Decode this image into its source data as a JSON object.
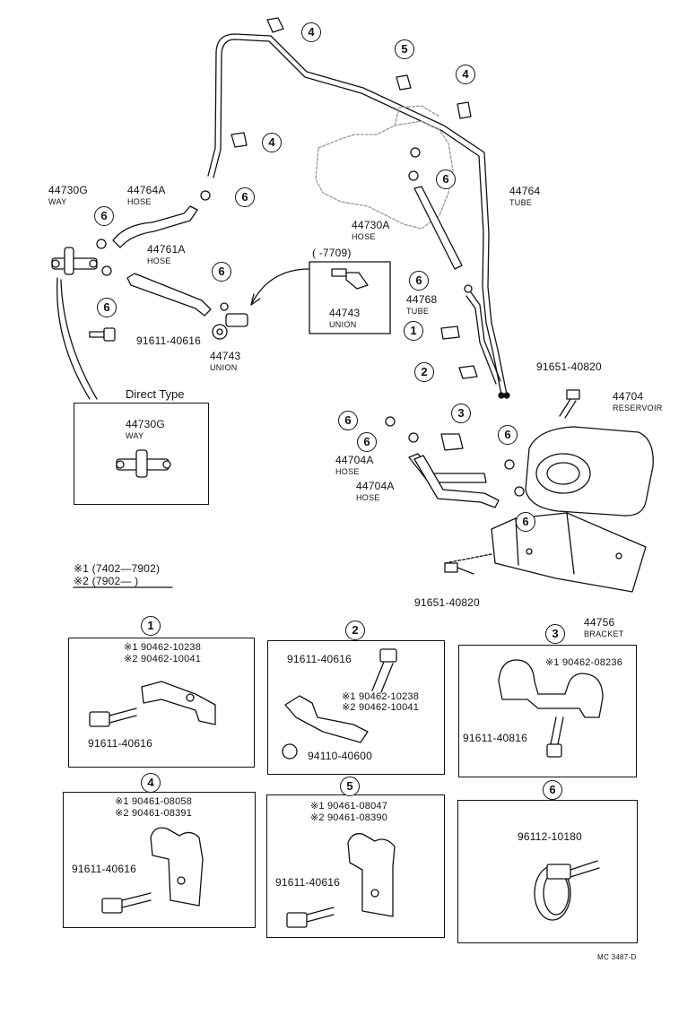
{
  "callouts": [
    "4",
    "5",
    "4",
    "4",
    "6",
    "6",
    "6",
    "6",
    "6",
    "1",
    "2",
    "3",
    "6",
    "6",
    "6",
    "6",
    "1",
    "2",
    "3",
    "4",
    "5",
    "6"
  ],
  "labels": {
    "way_44730g": {
      "num": "44730G",
      "name": "WAY"
    },
    "hose_44764a": {
      "num": "44764A",
      "name": "HOSE"
    },
    "hose_44761a": {
      "num": "44761A",
      "name": "HOSE"
    },
    "tube_44764": {
      "num": "44764",
      "name": "TUBE"
    },
    "hose_44730a": {
      "num": "44730A",
      "name": "HOSE"
    },
    "tube_44768": {
      "num": "44768",
      "name": "TUBE"
    },
    "union_44743_a": {
      "num": "44743",
      "name": "UNION"
    },
    "union_44743_b": {
      "num": "44743",
      "name": "UNION"
    },
    "date_range": "(     -7709)",
    "bolt_91611_40616": "91611-40616",
    "bolt_91651_40820_a": "91651-40820",
    "reservoir_44704": {
      "num": "44704",
      "name": "RESERVOIR"
    },
    "hose_44704a_1": {
      "num": "44704A",
      "name": "HOSE"
    },
    "hose_44704a_2": {
      "num": "44704A",
      "name": "HOSE"
    },
    "bolt_91651_40820_b": "91651-40820",
    "bracket_44756": {
      "num": "44756",
      "name": "BRACKET"
    }
  },
  "direct_type": {
    "title": "Direct Type",
    "num": "44730G",
    "name": "WAY"
  },
  "notes": [
    "※1 (7402—7902)",
    "※2 (7902—        )"
  ],
  "details": {
    "d1": {
      "a": "※1 90462-10238",
      "b": "※2 90462-10041",
      "bolt": "91611-40616"
    },
    "d2": {
      "bolt": "91611-40616",
      "a": "※1 90462-10238",
      "b": "※2 90462-10041",
      "nut": "94110-40600"
    },
    "d3": {
      "a": "※1 90462-08236",
      "bolt": "91611-40816"
    },
    "d4": {
      "a": "※1 90461-08058",
      "b": "※2 90461-08391",
      "bolt": "91611-40616"
    },
    "d5": {
      "a": "※1 90461-08047",
      "b": "※2 90461-08390",
      "bolt": "91611-40616"
    },
    "d6": {
      "clamp": "96112-10180"
    }
  },
  "figure_code": "MC 3487-D"
}
